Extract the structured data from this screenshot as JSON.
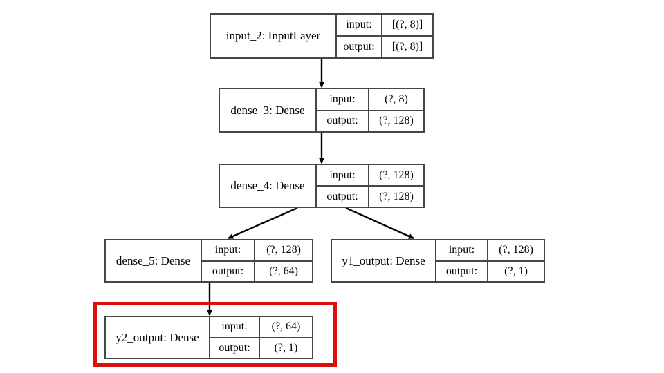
{
  "diagram": {
    "title": "keras-model-plot",
    "background_color": "#ffffff",
    "node_border_color": "#464646",
    "highlight_color": "#d81010",
    "io_labels": {
      "input": "input:",
      "output": "output:"
    },
    "nodes": [
      {
        "id": "input_2",
        "name": "input_2: InputLayer",
        "input_label": "input:",
        "input_shape": "[(?, 8)]",
        "output_label": "output:",
        "output_shape": "[(?, 8)]",
        "highlighted": false
      },
      {
        "id": "dense_3",
        "name": "dense_3: Dense",
        "input_label": "input:",
        "input_shape": "(?, 8)",
        "output_label": "output:",
        "output_shape": "(?, 128)",
        "highlighted": false
      },
      {
        "id": "dense_4",
        "name": "dense_4: Dense",
        "input_label": "input:",
        "input_shape": "(?, 128)",
        "output_label": "output:",
        "output_shape": "(?, 128)",
        "highlighted": false
      },
      {
        "id": "dense_5",
        "name": "dense_5: Dense",
        "input_label": "input:",
        "input_shape": "(?, 128)",
        "output_label": "output:",
        "output_shape": "(?, 64)",
        "highlighted": false
      },
      {
        "id": "y1_output",
        "name": "y1_output: Dense",
        "input_label": "input:",
        "input_shape": "(?, 128)",
        "output_label": "output:",
        "output_shape": "(?, 1)",
        "highlighted": false
      },
      {
        "id": "y2_output",
        "name": "y2_output: Dense",
        "input_label": "input:",
        "input_shape": "(?, 64)",
        "output_label": "output:",
        "output_shape": "(?, 1)",
        "highlighted": true
      }
    ],
    "edges": [
      {
        "from": "input_2",
        "to": "dense_3"
      },
      {
        "from": "dense_3",
        "to": "dense_4"
      },
      {
        "from": "dense_4",
        "to": "dense_5"
      },
      {
        "from": "dense_4",
        "to": "y1_output"
      },
      {
        "from": "dense_5",
        "to": "y2_output"
      }
    ]
  }
}
